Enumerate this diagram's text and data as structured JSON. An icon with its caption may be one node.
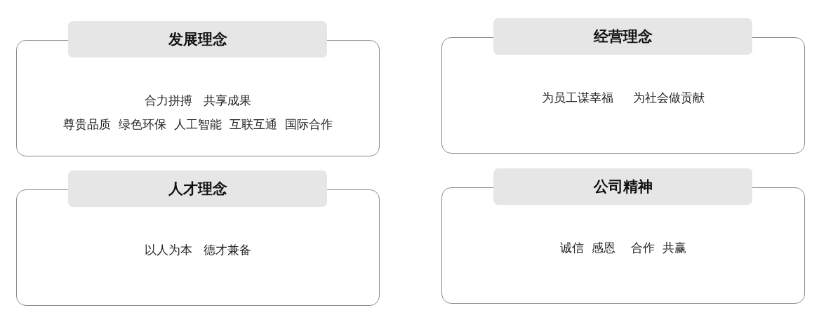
{
  "diagram": {
    "nodes": [
      {
        "text": [
          "发展理念"
        ]
      },
      {
        "text": [
          "合力拼搏   共享成果",
          "尊贵品质  绿色环保  人工智能  互联互通  国际合作"
        ]
      },
      {
        "text": [
          "经营理念"
        ]
      },
      {
        "text": [
          "为员工谋幸福     为社会做贡献"
        ]
      },
      {
        "text": [
          "人才理念"
        ]
      },
      {
        "text": [
          "以人为本   德才兼备"
        ]
      },
      {
        "text": [
          "公司精神"
        ]
      },
      {
        "text": [
          "诚信  感恩    合作  共赢"
        ]
      }
    ]
  }
}
